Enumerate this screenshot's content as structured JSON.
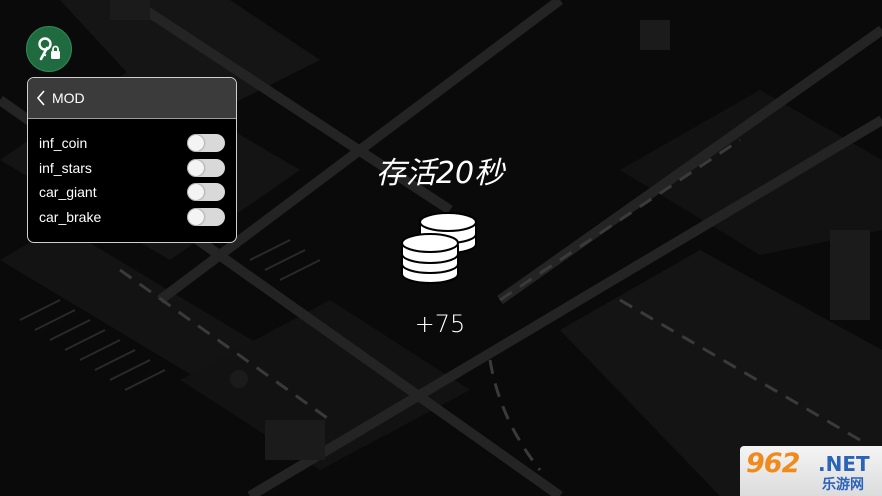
{
  "mod_menu": {
    "header_title": "MOD",
    "options": [
      {
        "label": "inf_coin",
        "enabled": false
      },
      {
        "label": "inf_stars",
        "enabled": false
      },
      {
        "label": "car_giant",
        "enabled": false
      },
      {
        "label": "car_brake",
        "enabled": false
      }
    ],
    "icon": "key-lock-icon",
    "icon_color": "#1f6a3f"
  },
  "result": {
    "survive_text": "存活20秒",
    "reward_text": "+75",
    "reward_icon": "coin-stack-icon"
  },
  "watermark": {
    "brand": "962",
    "domain": ".NET",
    "site_name": "乐游网",
    "brand_color": "#f08a1c",
    "domain_color": "#2a63b8"
  }
}
